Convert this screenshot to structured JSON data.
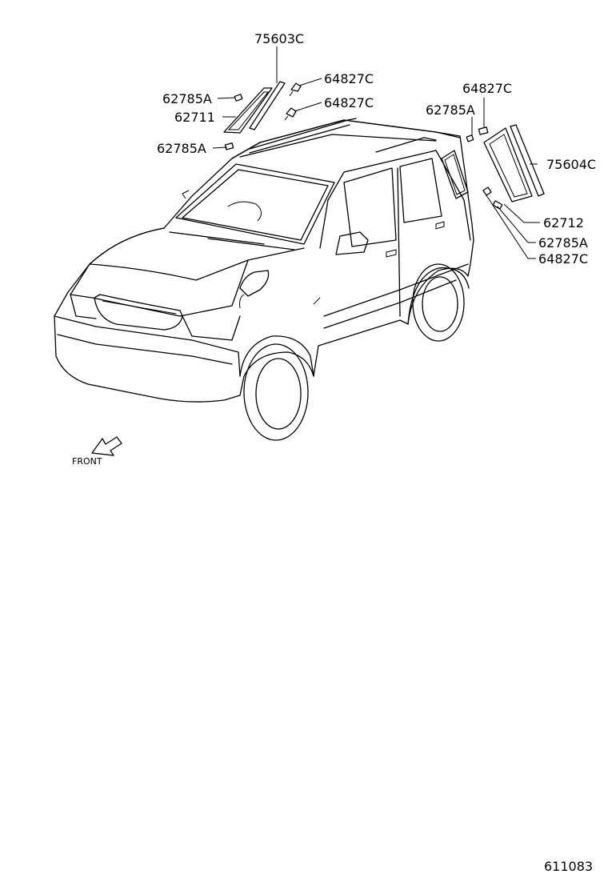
{
  "callouts": {
    "c75603C": "75603C",
    "c64827C_a": "64827C",
    "c64827C_b": "64827C",
    "c62785A_a": "62785A",
    "c62711": "62711",
    "c62785A_b": "62785A",
    "c64827C_c": "64827C",
    "c62785A_c": "62785A",
    "c75604C": "75604C",
    "c62712": "62712",
    "c62785A_d": "62785A",
    "c64827C_d": "64827C"
  },
  "front_label": "FRONT",
  "figure_number": "611083"
}
